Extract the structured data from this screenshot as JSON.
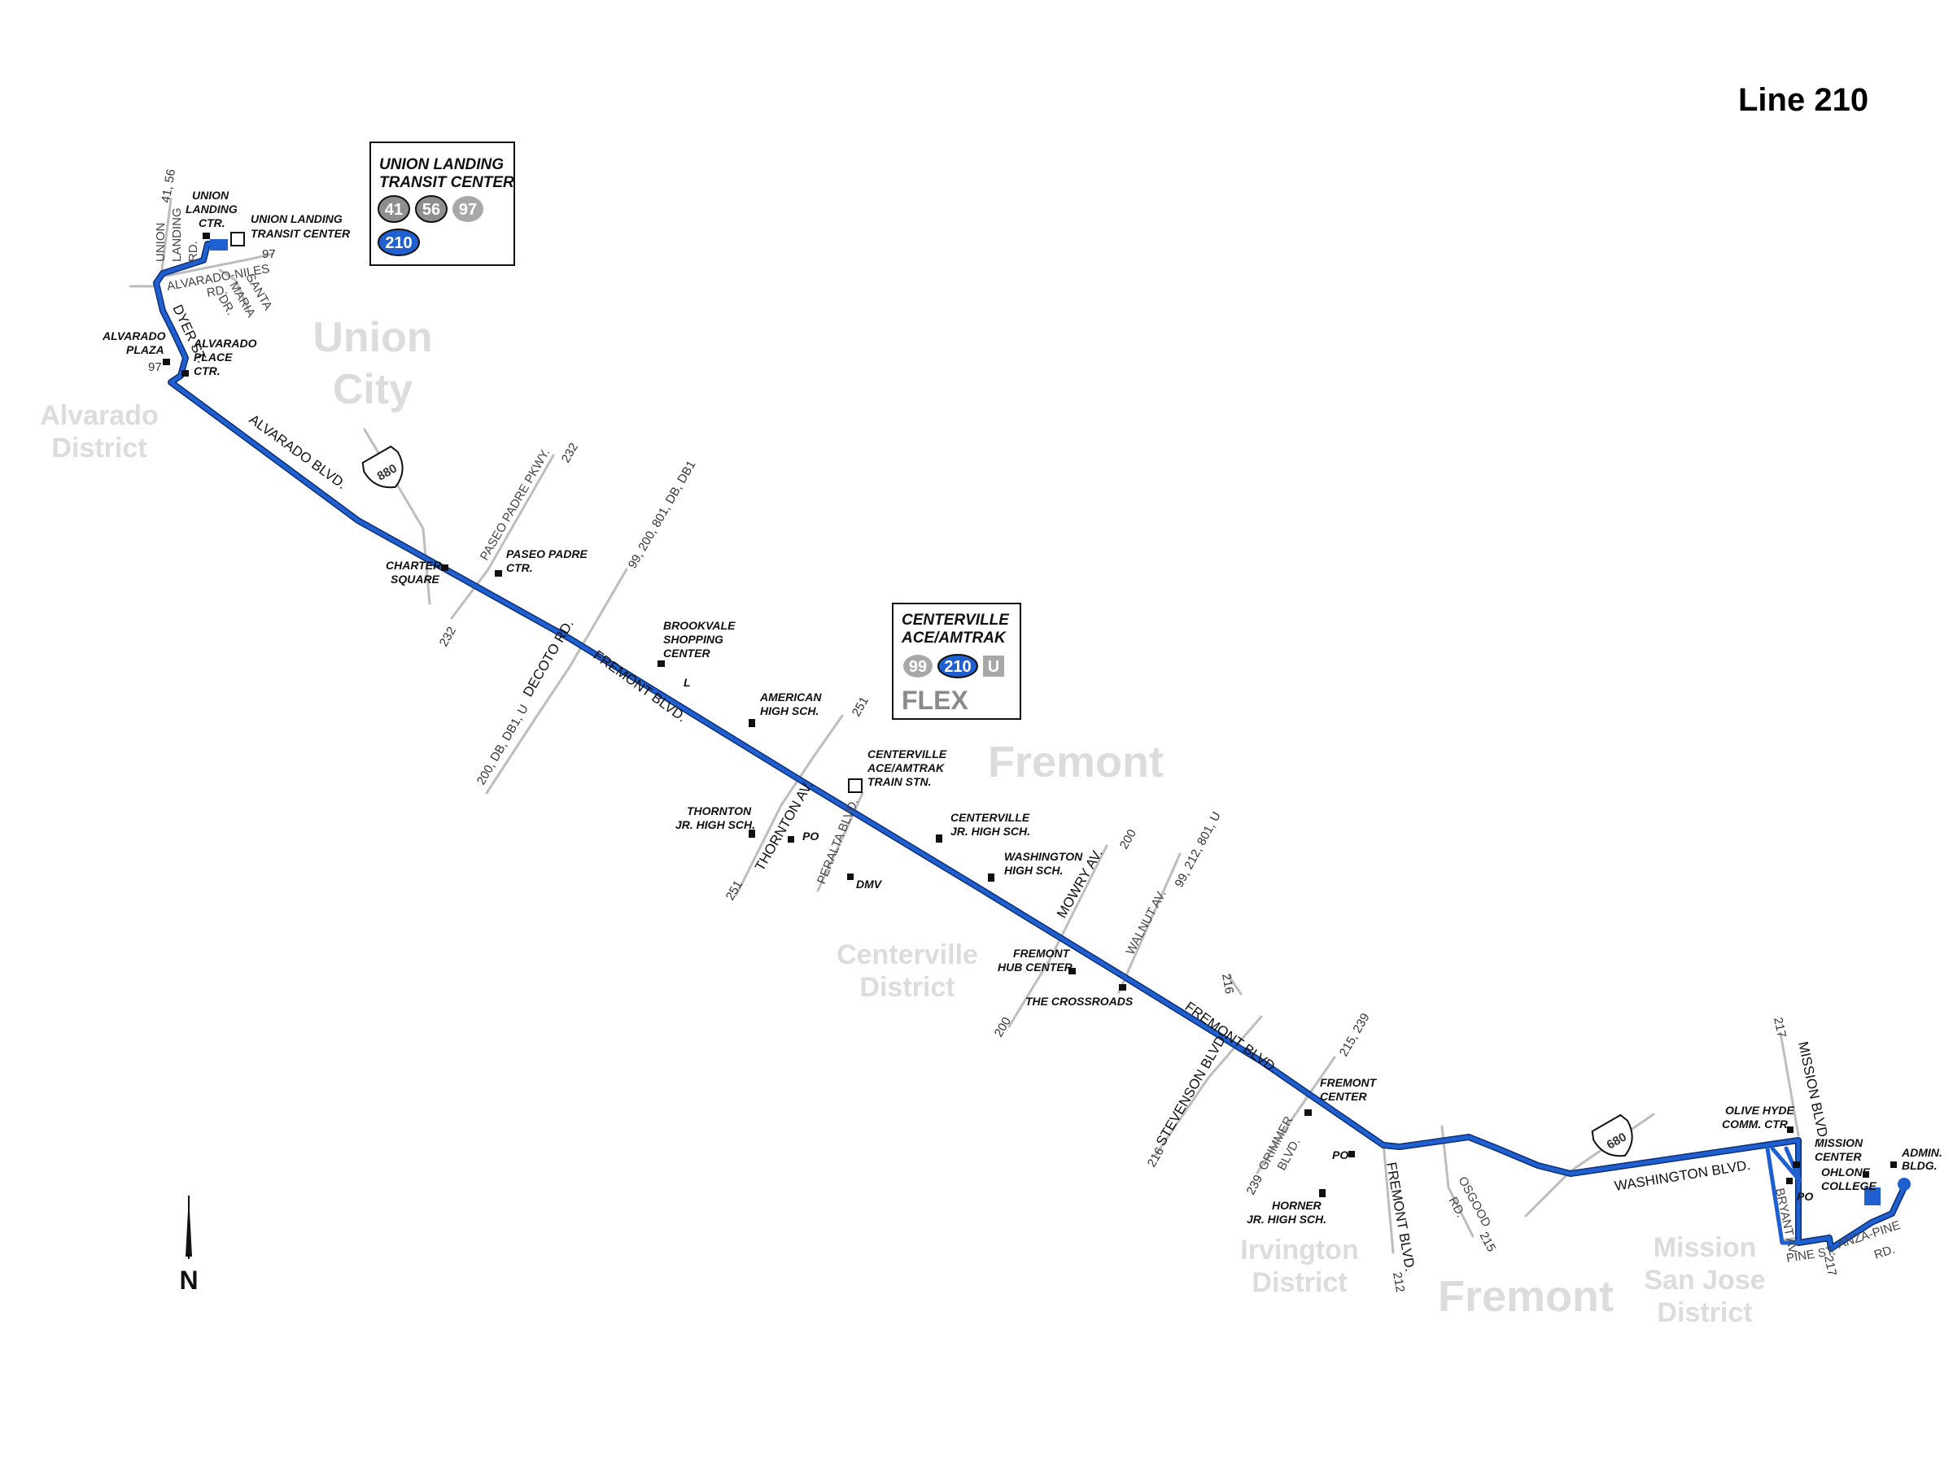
{
  "title": "Line 210",
  "areas": {
    "union_city_1": "Union",
    "union_city_2": "City",
    "alvarado_1": "Alvarado",
    "alvarado_2": "District",
    "fremont_mid": "Fremont",
    "centerville_1": "Centerville",
    "centerville_2": "District",
    "irvington_1": "Irvington",
    "irvington_2": "District",
    "fremont_south": "Fremont",
    "mission_1": "Mission",
    "mission_2": "San Jose",
    "mission_3": "District"
  },
  "legend_union": {
    "title_1": "UNION LANDING",
    "title_2": "TRANSIT CENTER",
    "routes": [
      "41",
      "56",
      "97",
      "210"
    ]
  },
  "legend_centerville": {
    "title_1": "CENTERVILLE",
    "title_2": "ACE/AMTRAK",
    "routes": [
      "99",
      "210",
      "U"
    ],
    "flex": "FLEX"
  },
  "streets": {
    "union_landing_rd_1": "UNION",
    "union_landing_rd_2": "LANDING",
    "union_landing_rd_3": "RD.",
    "alvarado_niles_1": "ALVARADO-NILES",
    "alvarado_niles_2": "RD.",
    "santa_maria_1": "SANTA",
    "santa_maria_2": "MARIA",
    "santa_maria_3": "DR.",
    "dyer": "DYER ST.",
    "alvarado_blvd": "ALVARADO BLVD.",
    "paseo_padre": "PASEO PADRE PKWY.",
    "decoto": "DECOTO RD.",
    "fremont_blvd_1": "FREMONT BLVD.",
    "thornton": "THORNTON AV.",
    "peralta": "PERALTA BLVD.",
    "mowry": "MOWRY AV.",
    "walnut": "WALNUT AV.",
    "fremont_blvd_2": "FREMONT BLVD.",
    "stevenson": "STEVENSON BLVD.",
    "grimmer_1": "GRIMMER",
    "grimmer_2": "BLVD.",
    "fremont_blvd_3": "FREMONT BLVD.",
    "osgood_1": "OSGOOD",
    "osgood_2": "RD.",
    "washington": "WASHINGTON BLVD.",
    "mission": "MISSION BLVD.",
    "bryant": "BRYANT AV.",
    "pine": "PINE ST.",
    "anza_pine_1": "ANZA-PINE",
    "anza_pine_2": "RD.",
    "hwy_880": "880",
    "hwy_680": "680"
  },
  "connections": {
    "c_41_56": "41, 56",
    "c_97_a": "97",
    "c_97_b": "97",
    "c_232_a": "232",
    "c_232_b": "232",
    "c_decoto_top": "99, 200, 801, DB, DB1",
    "c_decoto_bottom": "200, DB, DB1, U",
    "c_251_a": "251",
    "c_251_b": "251",
    "c_200_a": "200",
    "c_200_b": "200",
    "c_walnut": "99, 212, 801, U",
    "c_216_a": "216",
    "c_216_b": "216",
    "c_215_239": "215, 239",
    "c_239": "239",
    "c_212": "212",
    "c_215": "215",
    "c_217_a": "217",
    "c_217_b": "217"
  },
  "places": {
    "union_landing_ctr_1": "UNION",
    "union_landing_ctr_2": "LANDING",
    "union_landing_ctr_3": "CTR.",
    "ultc_1": "UNION LANDING",
    "ultc_2": "TRANSIT CENTER",
    "alvarado_plaza_1": "ALVARADO",
    "alvarado_plaza_2": "PLAZA",
    "alvarado_place_1": "ALVARADO",
    "alvarado_place_2": "PLACE",
    "alvarado_place_3": "CTR.",
    "charter_1": "CHARTER",
    "charter_2": "SQUARE",
    "paseo_ctr_1": "PASEO PADRE",
    "paseo_ctr_2": "CTR.",
    "brookvale_1": "BROOKVALE",
    "brookvale_2": "SHOPPING",
    "brookvale_3": "CENTER",
    "library": "L",
    "american_1": "AMERICAN",
    "american_2": "HIGH SCH.",
    "centerville_stn_1": "CENTERVILLE",
    "centerville_stn_2": "ACE/AMTRAK",
    "centerville_stn_3": "TRAIN STN.",
    "thornton_jr_1": "THORNTON",
    "thornton_jr_2": "JR. HIGH SCH.",
    "po_1": "PO",
    "dmv": "DMV",
    "centerville_jr_1": "CENTERVILLE",
    "centerville_jr_2": "JR. HIGH SCH.",
    "washington_hs_1": "WASHINGTON",
    "washington_hs_2": "HIGH SCH.",
    "hub_1": "FREMONT",
    "hub_2": "HUB CENTER",
    "crossroads": "THE CROSSROADS",
    "fremont_center_1": "FREMONT",
    "fremont_center_2": "CENTER",
    "po_2": "PO",
    "horner_1": "HORNER",
    "horner_2": "JR. HIGH SCH.",
    "olive_hyde_1": "OLIVE HYDE",
    "olive_hyde_2": "COMM. CTR.",
    "mission_center_1": "MISSION",
    "mission_center_2": "CENTER",
    "ohlone_1": "OHLONE",
    "ohlone_2": "COLLEGE",
    "po_3": "PO",
    "admin_1": "ADMIN.",
    "admin_2": "BLDG."
  },
  "north_label": "N",
  "colors": {
    "route": "#1f5fd0",
    "route_dark": "#0d2f75",
    "street": "#bdbdbd",
    "area_label": "#dcdcdc",
    "pill_grey": "#9a9a9a",
    "pill_dark_grey": "#8a8a8a"
  }
}
